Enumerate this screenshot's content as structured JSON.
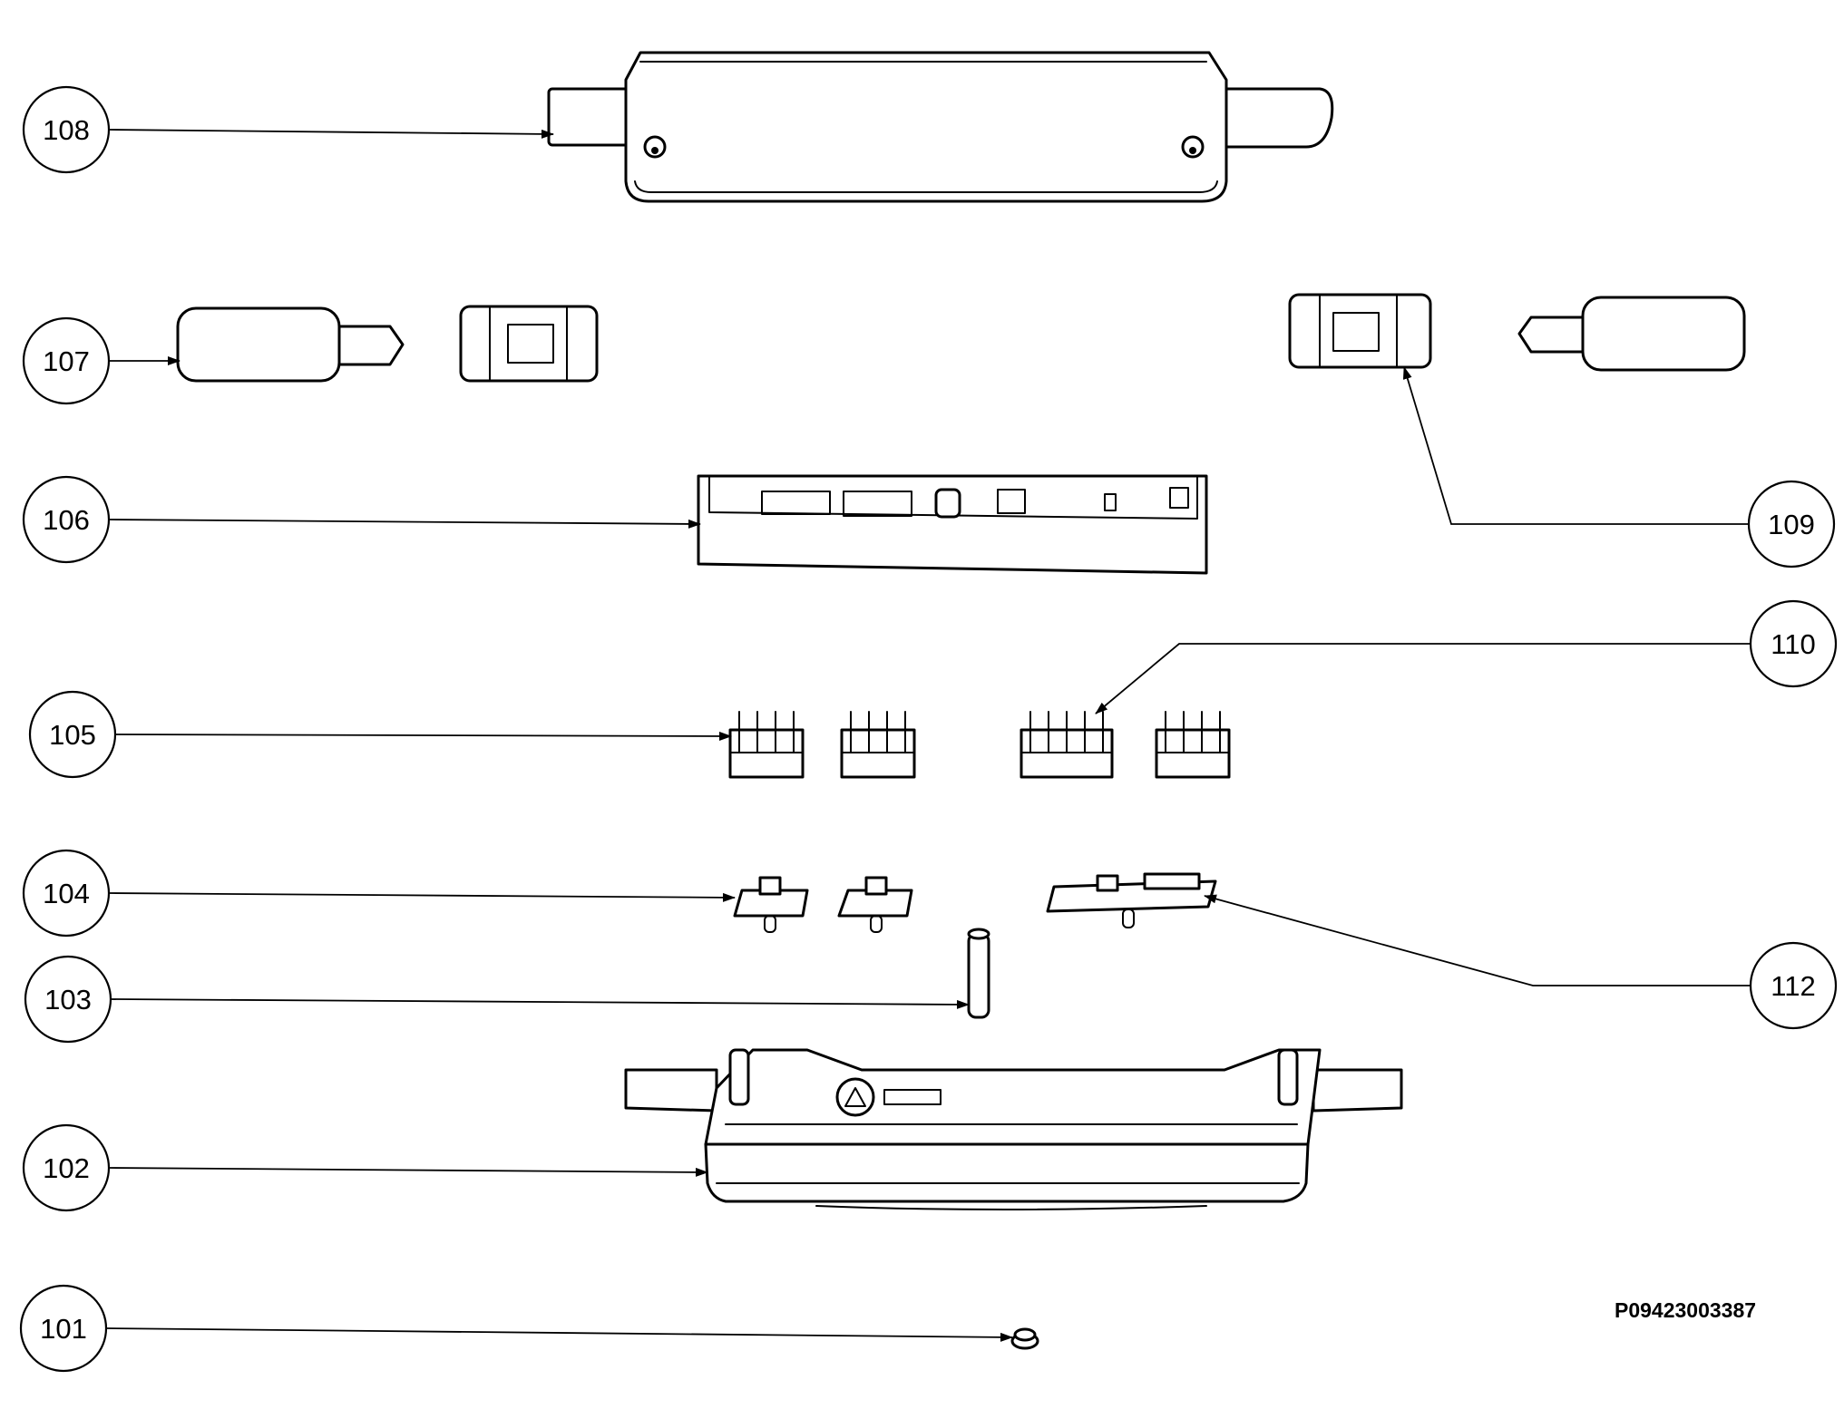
{
  "callouts": [
    {
      "id": "c108",
      "label": "108"
    },
    {
      "id": "c107",
      "label": "107"
    },
    {
      "id": "c106",
      "label": "106"
    },
    {
      "id": "c105",
      "label": "105"
    },
    {
      "id": "c104",
      "label": "104"
    },
    {
      "id": "c103",
      "label": "103"
    },
    {
      "id": "c102",
      "label": "102"
    },
    {
      "id": "c101",
      "label": "101"
    },
    {
      "id": "c109",
      "label": "109"
    },
    {
      "id": "c110",
      "label": "110"
    },
    {
      "id": "c112",
      "label": "112"
    }
  ],
  "drawing_code": "P09423003387",
  "colors": {
    "line": "#000000",
    "background": "#ffffff"
  }
}
